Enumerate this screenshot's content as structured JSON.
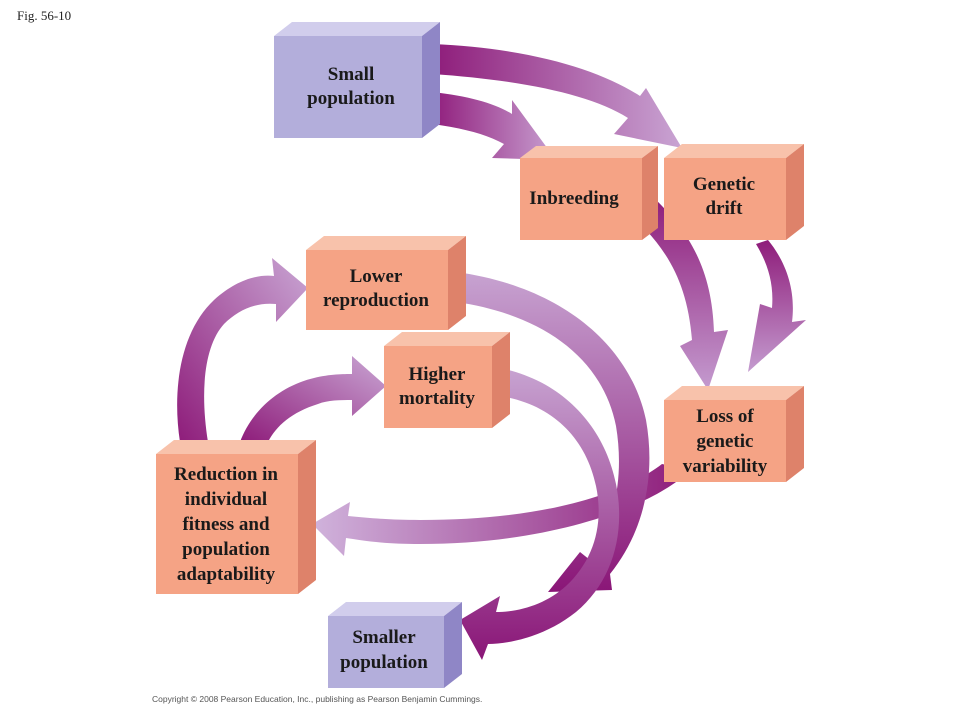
{
  "figure": {
    "label": "Fig. 56-10"
  },
  "copyright": "Copyright © 2008 Pearson Education, Inc., publishing as Pearson Benjamin Cummings.",
  "colors": {
    "population_front": "#b3aedb",
    "population_top": "#d1cdec",
    "population_side": "#8f86c6",
    "process_front": "#f5a385",
    "process_top": "#f8c2ab",
    "process_side": "#de826a",
    "arrow_dark": "#8e1c7a",
    "arrow_light": "#c49bcf"
  },
  "nodes": {
    "small_population": {
      "lines": [
        "Small",
        "population"
      ]
    },
    "inbreeding": {
      "lines": [
        "Inbreeding"
      ]
    },
    "genetic_drift": {
      "lines": [
        "Genetic",
        "drift"
      ]
    },
    "lower_reproduction": {
      "lines": [
        "Lower",
        "reproduction"
      ]
    },
    "higher_mortality": {
      "lines": [
        "Higher",
        "mortality"
      ]
    },
    "loss_of_variability": {
      "lines": [
        "Loss of",
        "genetic",
        "variability"
      ]
    },
    "reduction_fitness": {
      "lines": [
        "Reduction in",
        "individual",
        "fitness and",
        "population",
        "adaptability"
      ]
    },
    "smaller_population": {
      "lines": [
        "Smaller",
        "population"
      ]
    }
  }
}
